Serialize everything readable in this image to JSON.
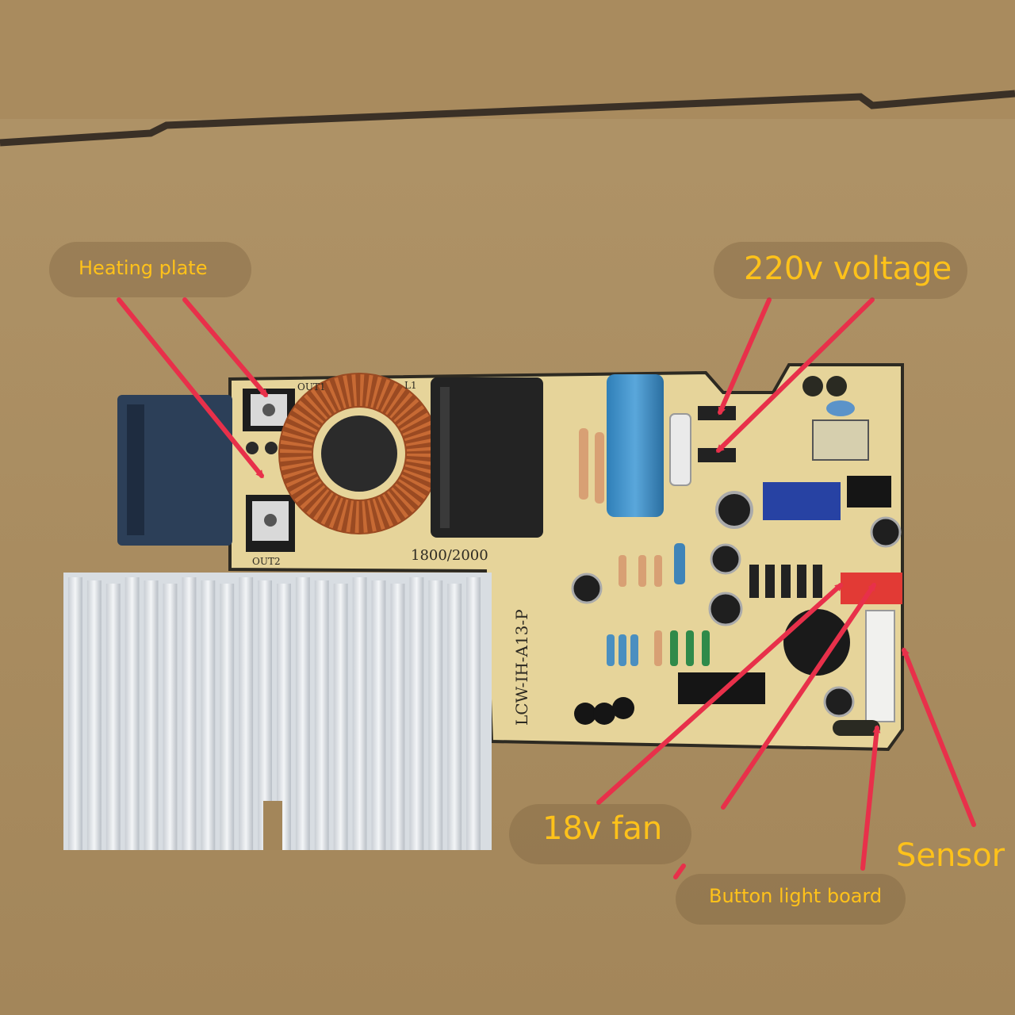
{
  "photo": {
    "board_model": "LCW-IH-A13-P",
    "board_power_text": "1800/2000",
    "out_label_top": "OUT1",
    "out_label_bottom": "OUT2",
    "inductor_label": "L1"
  },
  "annotations": {
    "heating_plate": "Heating plate",
    "voltage": "220v voltage",
    "fan": "18v fan",
    "button_board": "Button light board",
    "sensor": "Sensor"
  },
  "colors": {
    "label": "#ffc21a",
    "arrow": "#e8304a",
    "background": "#a88a5e",
    "board": "#e6d49a",
    "heatsink": "#dfe3e8"
  }
}
